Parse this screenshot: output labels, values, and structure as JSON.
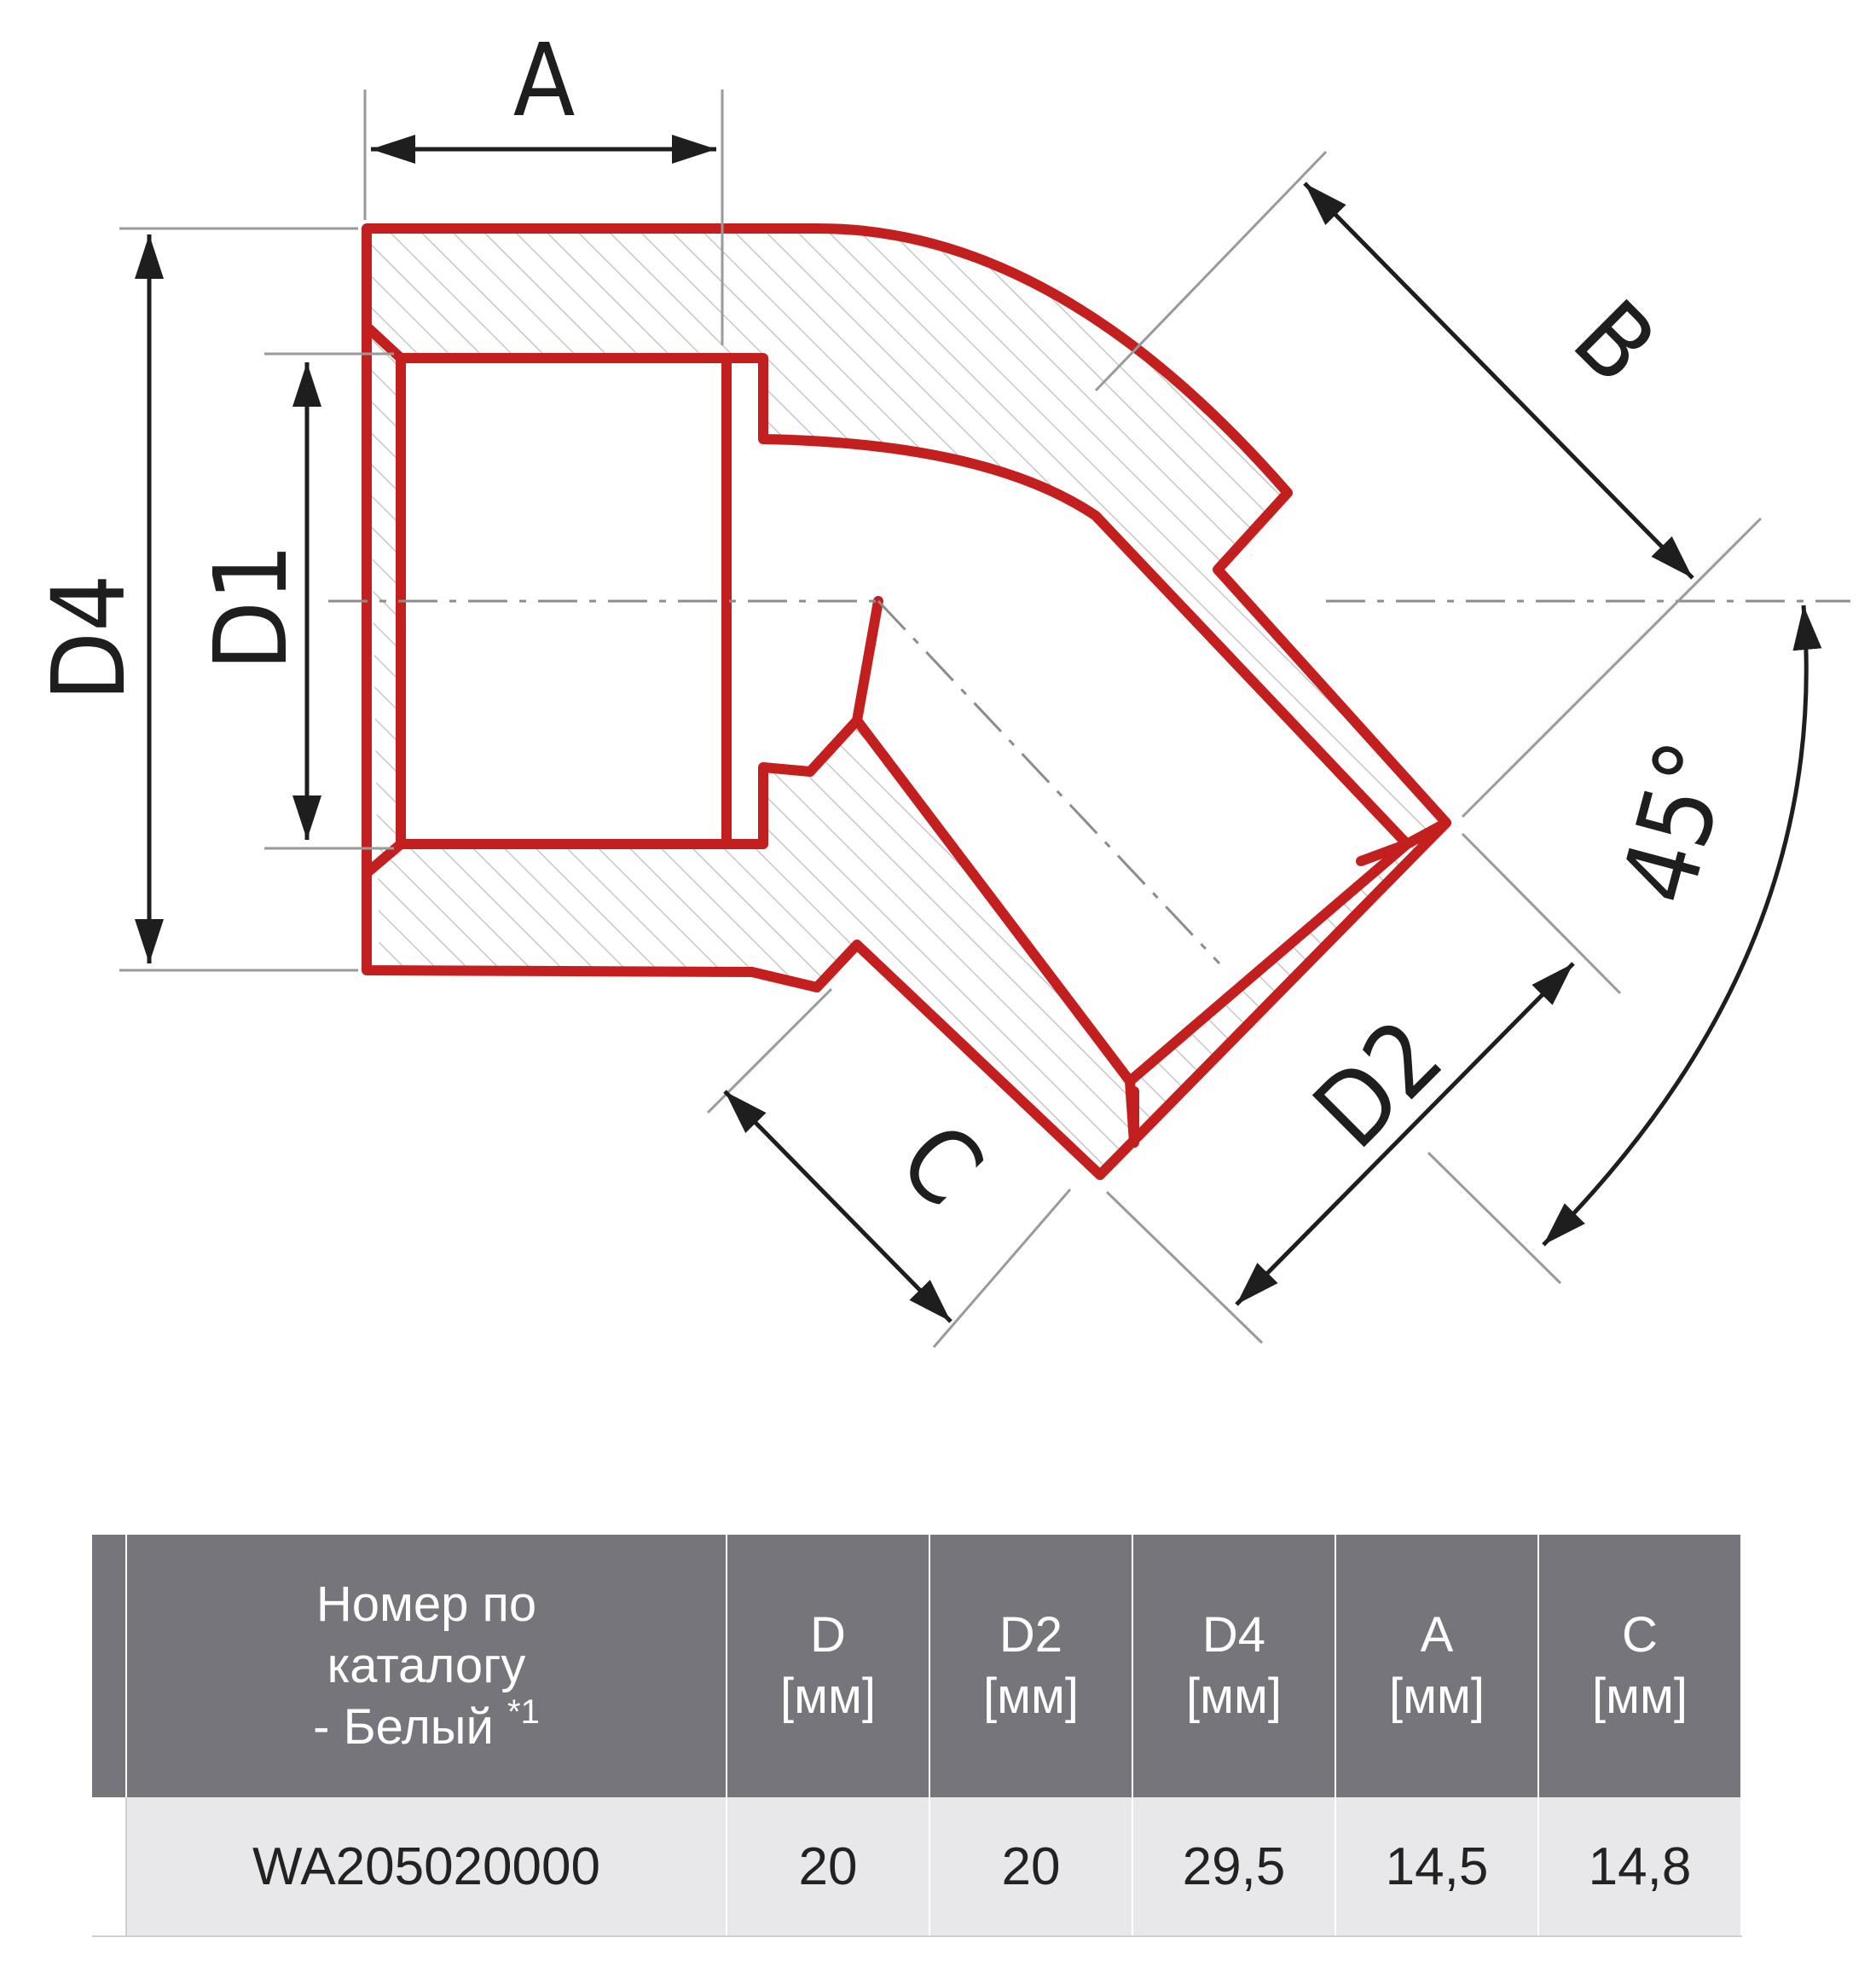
{
  "drawing": {
    "labels": {
      "a": "A",
      "b": "B",
      "c": "C",
      "d1": "D1",
      "d2": "D2",
      "d4": "D4",
      "angle": "45°"
    },
    "colors": {
      "fitting_outline": "#c41f1f",
      "dimension": "#1e1e1e",
      "extension": "#9a9a9a",
      "hatch": "#c7c7c7"
    }
  },
  "table": {
    "headers": {
      "catalog": {
        "line1": "Номер по",
        "line2": "каталогу",
        "line3": "- Белый",
        "note": "*1"
      },
      "d": {
        "name": "D",
        "unit": "[мм]"
      },
      "d2": {
        "name": "D2",
        "unit": "[мм]"
      },
      "d4": {
        "name": "D4",
        "unit": "[мм]"
      },
      "a": {
        "name": "A",
        "unit": "[мм]"
      },
      "c": {
        "name": "C",
        "unit": "[мм]"
      }
    },
    "rows": [
      {
        "catalog": "WA205020000",
        "d": "20",
        "d2": "20",
        "d4": "29,5",
        "a": "14,5",
        "c": "14,8"
      }
    ],
    "colors": {
      "header_bg": "#76757b",
      "row_bg": "#e8e8ea"
    }
  }
}
